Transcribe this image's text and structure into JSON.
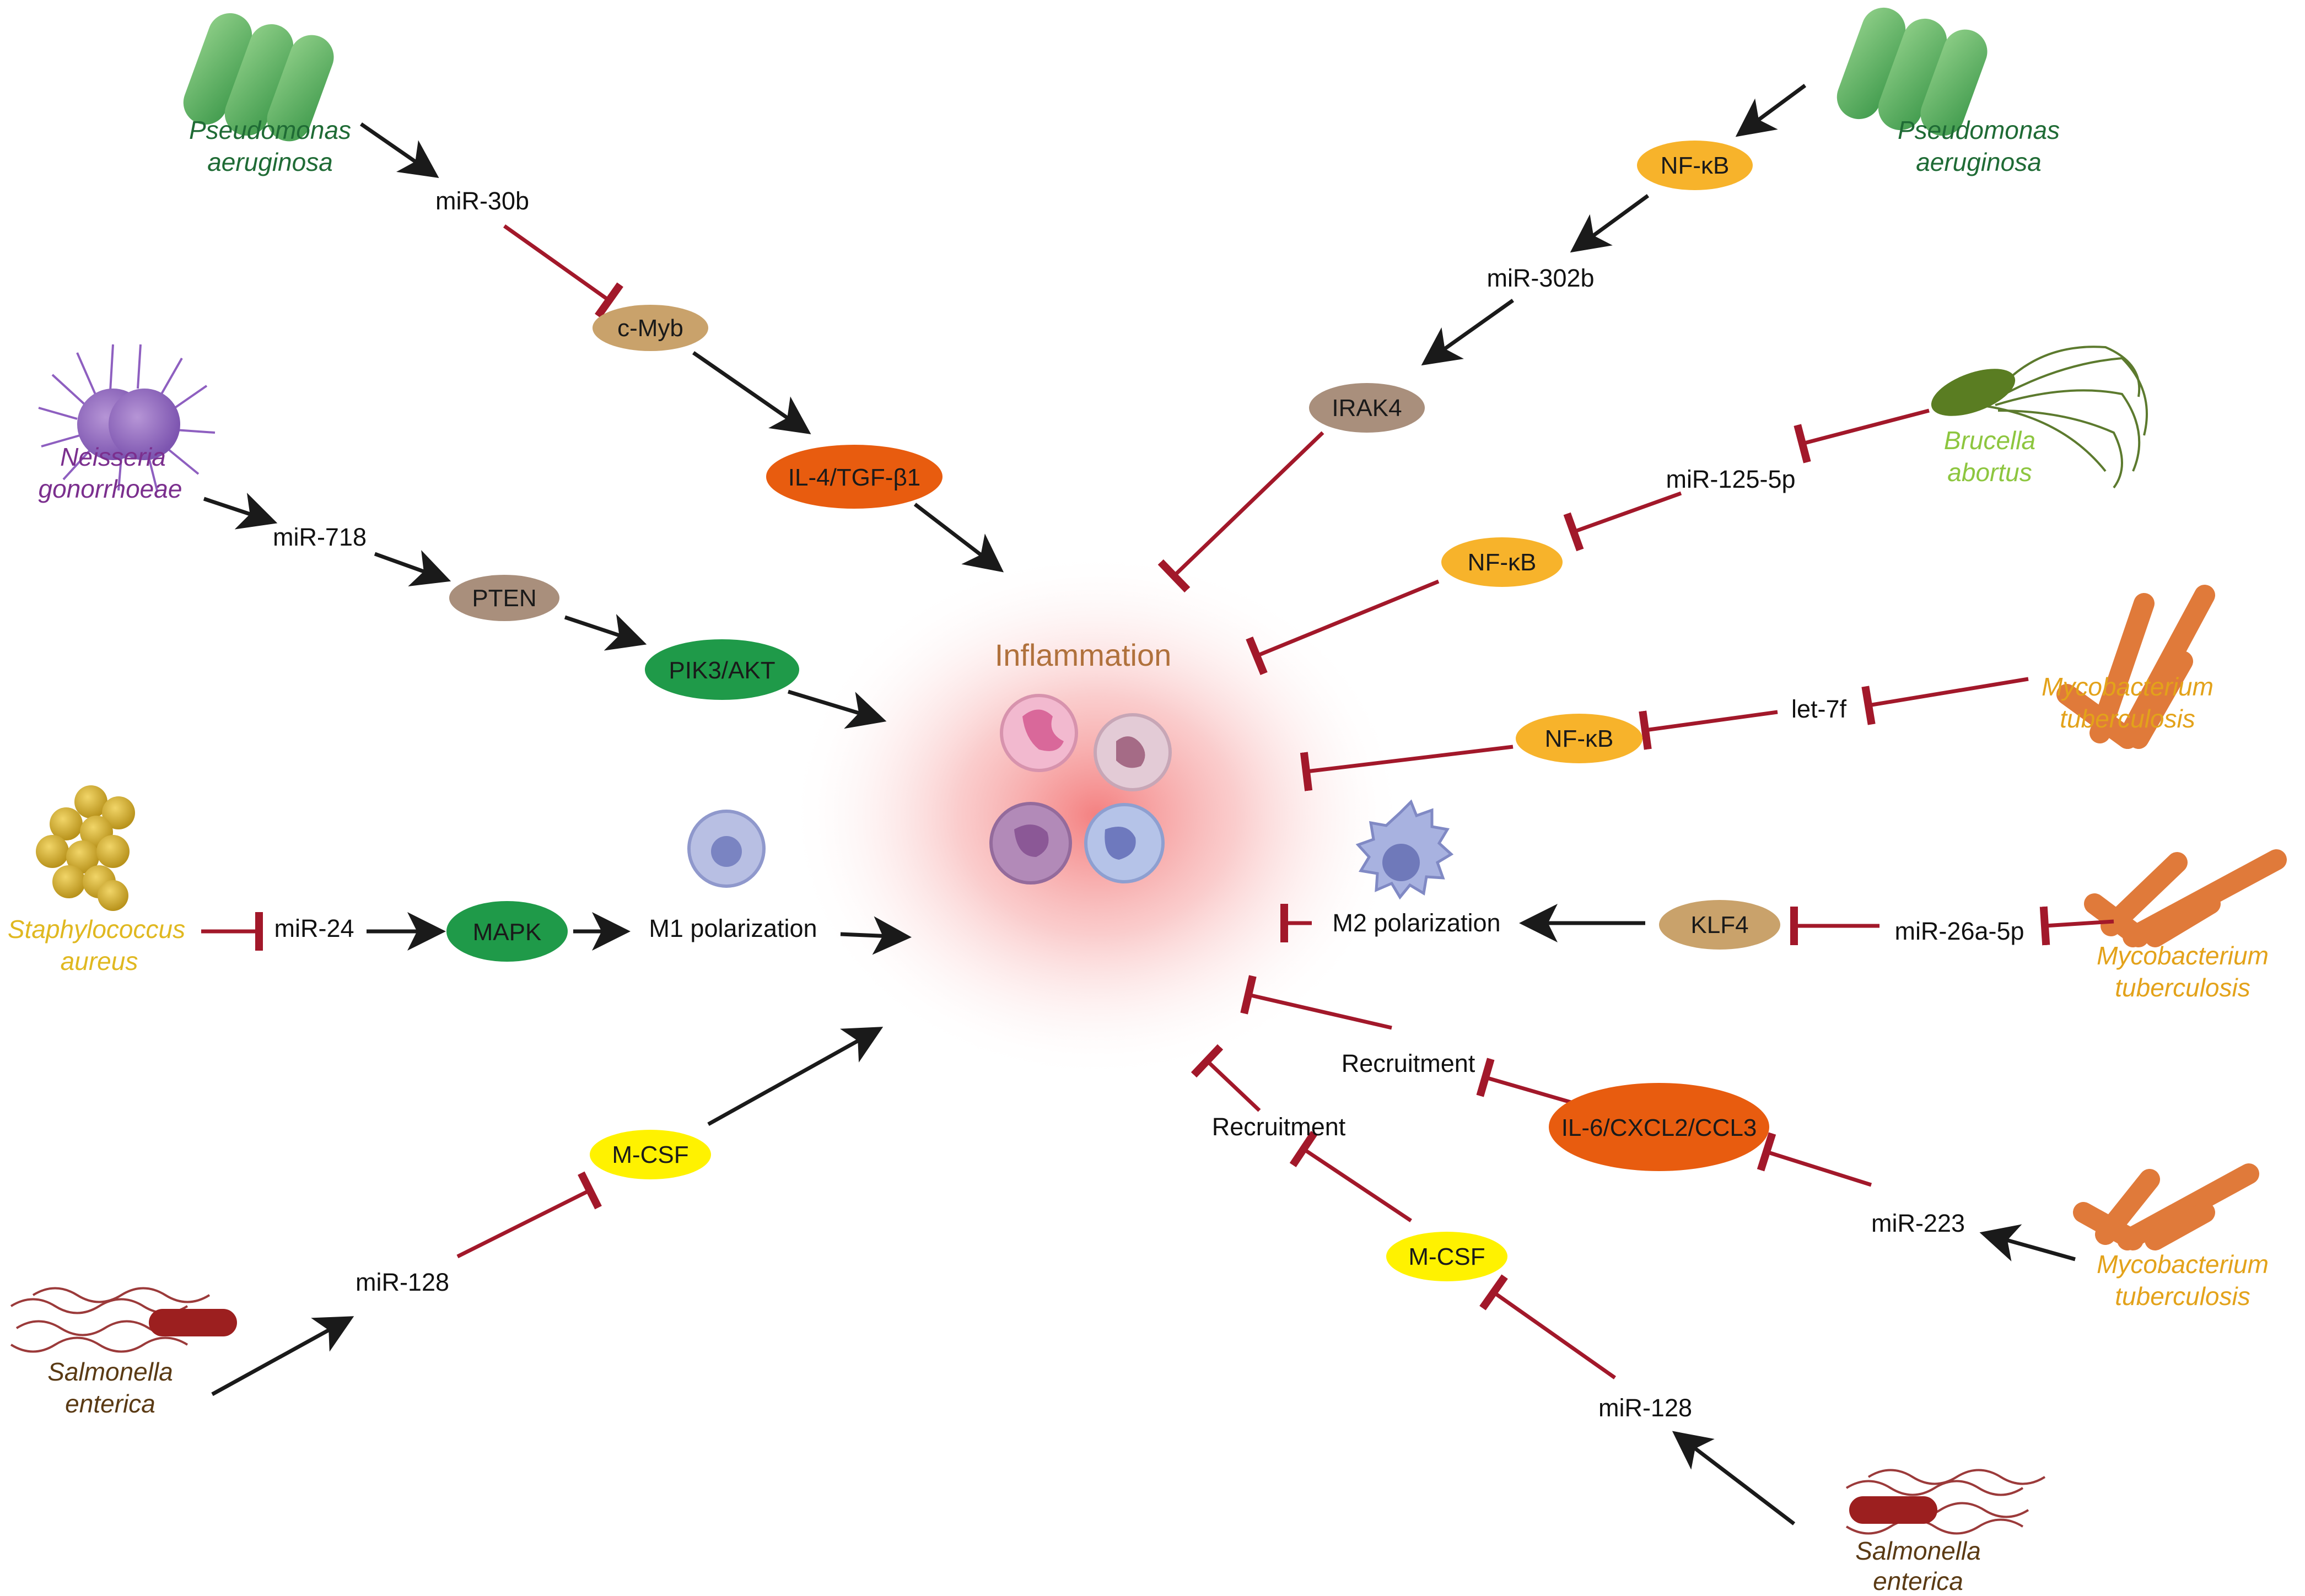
{
  "title": "Inflammation",
  "colors": {
    "activation": "#1a1a1a",
    "inhibition": "#a2182a",
    "pseudomonas": "#1f6b35",
    "neisseria": "#7b2f8e",
    "staphylococcus": "#e0b820",
    "salmonella": "#5a3a14",
    "brucella": "#8dc63f",
    "mycobacterium": "#e3a21a"
  },
  "organisms": {
    "pseudomonas_left": {
      "line1": "Pseudomonas",
      "line2": "aeruginosa"
    },
    "pseudomonas_right": {
      "line1": "Pseudomonas",
      "line2": "aeruginosa"
    },
    "neisseria": {
      "line1": "Neisseria",
      "line2": "gonorrhoeae"
    },
    "staphylococcus": {
      "line1": "Staphylococcus",
      "line2": "aureus"
    },
    "salmonella_left": {
      "line1": "Salmonella",
      "line2": "enterica"
    },
    "salmonella_right": {
      "line1": "Salmonella",
      "line2": "enterica"
    },
    "brucella": {
      "line1": "Brucella",
      "line2": "abortus"
    },
    "mycobacterium_1": {
      "line1": "Mycobacterium",
      "line2": "tuberculosis"
    },
    "mycobacterium_2": {
      "line1": "Mycobacterium",
      "line2": "tuberculosis"
    },
    "mycobacterium_3": {
      "line1": "Mycobacterium",
      "line2": "tuberculosis"
    }
  },
  "mirnas": {
    "mir_30b": "miR-30b",
    "mir_718": "miR-718",
    "mir_24": "miR-24",
    "mir_128_left": "miR-128",
    "mir_302b": "miR-302b",
    "mir_125_5p": "miR-125-5p",
    "let_7f": "let-7f",
    "mir_26a_5p": "miR-26a-5p",
    "mir_223": "miR-223",
    "mir_128_right": "miR-128"
  },
  "nodes": {
    "c_myb": "c-Myb",
    "il4_tgfb1": "IL-4/TGF-β1",
    "pten": "PTEN",
    "pik3_akt": "PIK3/AKT",
    "mapk": "MAPK",
    "m_csf_left": "M-CSF",
    "nfkb_1": "NF-κB",
    "irak4": "IRAK4",
    "nfkb_2": "NF-κB",
    "nfkb_3": "NF-κB",
    "klf4": "KLF4",
    "il6_cxcl2_ccl3": "IL-6/CXCL2/CCL3",
    "m_csf_right": "M-CSF"
  },
  "processes": {
    "m1_polarization": "M1  polarization",
    "m2_polarization": "M2 polarization",
    "recruitment_1": "Recruitment",
    "recruitment_2": "Recruitment"
  }
}
